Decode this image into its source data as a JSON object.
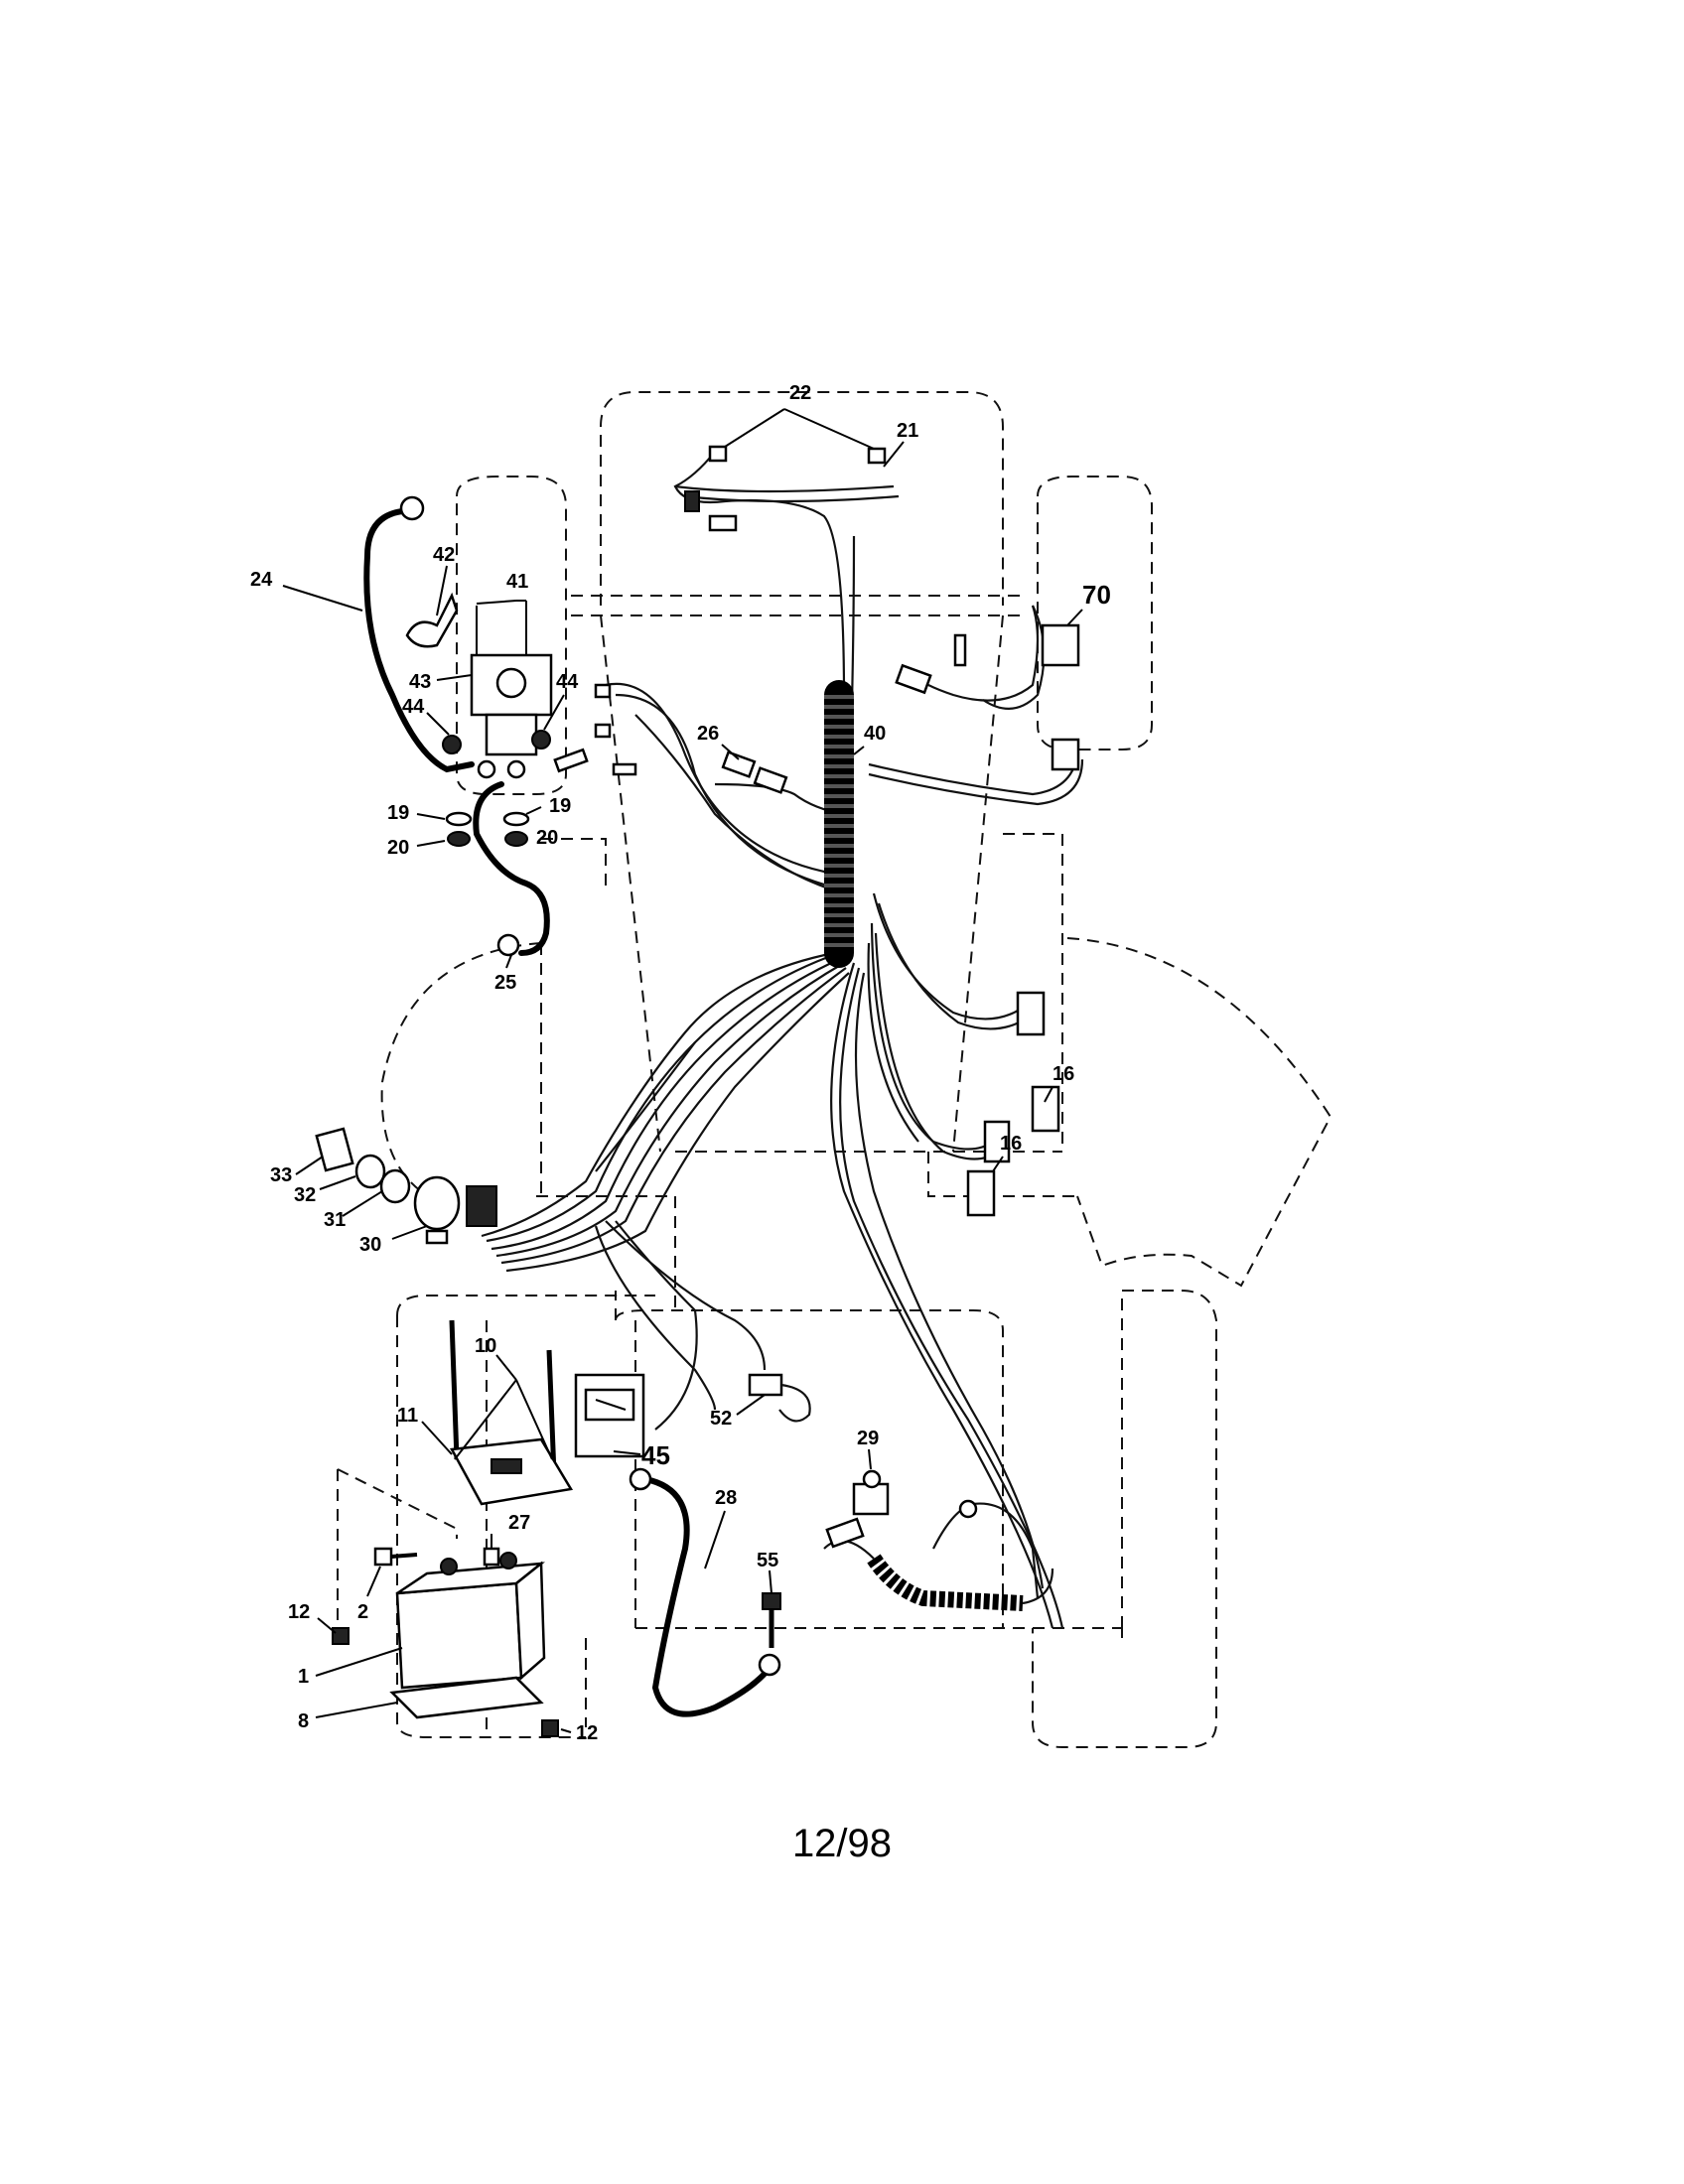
{
  "footer_date": "12/98",
  "callouts": {
    "c1": "1",
    "c2": "2",
    "c8": "8",
    "c10": "10",
    "c11": "11",
    "c12a": "12",
    "c12b": "12",
    "c16a": "16",
    "c16b": "16",
    "c19a": "19",
    "c19b": "19",
    "c20a": "20",
    "c20b": "20",
    "c21": "21",
    "c22": "22",
    "c24": "24",
    "c25": "25",
    "c26": "26",
    "c27": "27",
    "c28": "28",
    "c29": "29",
    "c30": "30",
    "c31": "31",
    "c32": "32",
    "c33": "33",
    "c40": "40",
    "c41": "41",
    "c42": "42",
    "c43": "43",
    "c44a": "44",
    "c44b": "44",
    "c45": "45",
    "c52": "52",
    "c55": "55",
    "c70": "70"
  }
}
